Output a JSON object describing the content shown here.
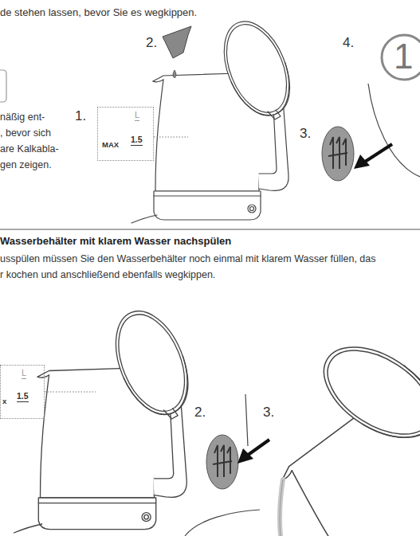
{
  "diagram": {
    "nodes": [
      {
        "text": [
          "1"
        ]
      },
      {
        "text": [
          "L",
          "MAX",
          "1.5"
        ]
      },
      {
        "text": [
          "L",
          "x",
          "1.5"
        ]
      }
    ],
    "labels": [
      "de stehen lassen, bevor Sie es wegkippen.",
      "2.",
      "4.",
      "näßig ent-",
      ", bevor sich",
      "are Kalkabla-",
      "gen zeigen.",
      "1.",
      "3.",
      "Wasserbehälter mit klarem Wasser nachspülen",
      "usspülen müssen Sie den Wasserbehälter noch einmal mit klarem Wasser füllen, das",
      "r kochen und anschließend ebenfalls wegkippen.",
      "2.",
      "3."
    ]
  }
}
